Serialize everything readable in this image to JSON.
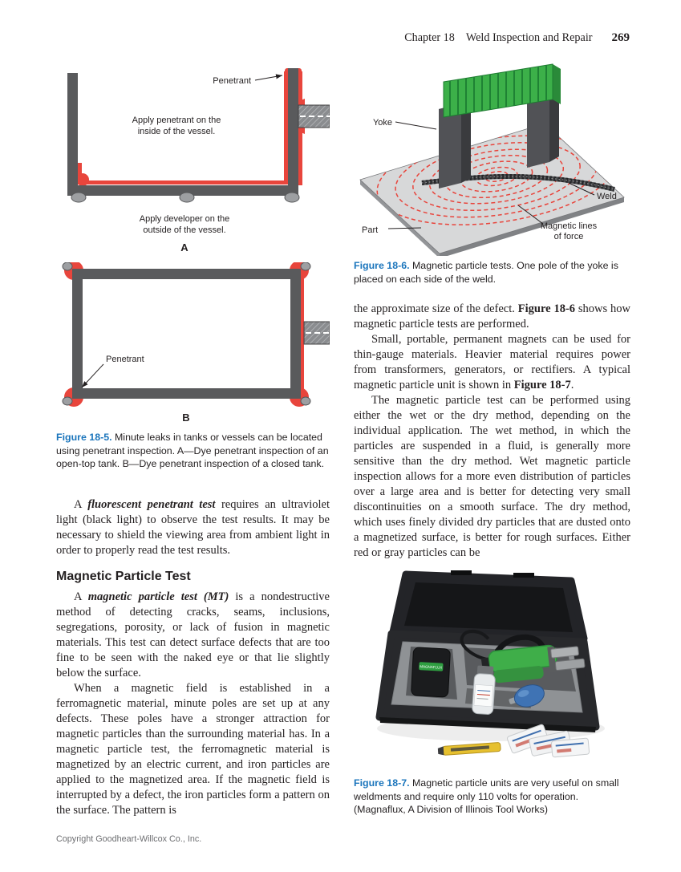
{
  "header": {
    "chapter": "Chapter 18",
    "title": "Weld Inspection and Repair",
    "page_number": "269"
  },
  "colors": {
    "caption_blue": "#1b75bc",
    "penetrant_red": "#e8453c",
    "metal_gray": "#58595b",
    "plate_gray": "#d7d8d9",
    "coil_green": "#3cb049",
    "magnetic_lines_red": "#ed1c24"
  },
  "figure5": {
    "label_penetrant_a": "Penetrant",
    "label_apply_penetrant_1": "Apply penetrant on the",
    "label_apply_penetrant_2": "inside of the vessel.",
    "label_apply_developer_1": "Apply developer on the",
    "label_apply_developer_2": "outside of the vessel.",
    "label_a": "A",
    "label_penetrant_b": "Penetrant",
    "label_b": "B",
    "caption_lead": "Figure 18-5.",
    "caption_rest": " Minute leaks in tanks or vessels can be located using penetrant inspection. A—Dye penetrant inspection of an open-top tank. B—Dye penetrant inspection of a closed tank."
  },
  "figure6": {
    "label_yoke": "Yoke",
    "label_weld": "Weld",
    "label_part": "Part",
    "label_mlof_1": "Magnetic lines",
    "label_mlof_2": "of force",
    "caption_lead": "Figure 18-6.",
    "caption_rest": " Magnetic particle tests. One pole of the yoke is placed on each side of the weld."
  },
  "figure7": {
    "device_label": "MAGNAFLUX",
    "caption_lead": "Figure 18-7.",
    "caption_rest": " Magnetic particle units are very useful on small weldments and require only 110 volts for operation. (Magnaflux, A Division of Illinois Tool Works)"
  },
  "left_text": {
    "para_fluorescent": [
      {
        "t": "A ",
        "s": ""
      },
      {
        "t": "fluorescent penetrant test",
        "s": "bi"
      },
      {
        "t": " requires an ultraviolet light (black light) to observe the test results. It may be necessary to shield the viewing area from ambient light in order to properly read the test results.",
        "s": ""
      }
    ],
    "heading": "Magnetic Particle Test",
    "para_mt_1": [
      {
        "t": "A ",
        "s": ""
      },
      {
        "t": "magnetic particle test (MT)",
        "s": "bi"
      },
      {
        "t": " is a nondestructive method of detecting cracks, seams, inclusions, segregations, porosity, or lack of fusion in magnetic materials. This test can detect surface defects that are too fine to be seen with the naked eye or that lie slightly below the surface.",
        "s": ""
      }
    ],
    "para_mt_2": [
      {
        "t": "When a magnetic field is established in a ferromagnetic material, minute poles are set up at any defects. These poles have a stronger attraction for magnetic particles than the surrounding material has. In a magnetic particle test, the ferromagnetic material is magnetized by an electric current, and iron particles are applied to the magnetized area. If the magnetic field is interrupted by a defect, the iron particles form a pattern on the surface. The pattern is",
        "s": ""
      }
    ]
  },
  "right_text": {
    "para_1": [
      {
        "t": "the approximate size of the defect. ",
        "s": ""
      },
      {
        "t": "Figure 18-6",
        "s": "b"
      },
      {
        "t": " shows how magnetic particle tests are performed.",
        "s": ""
      }
    ],
    "para_2": [
      {
        "t": "Small, portable, permanent magnets can be used for thin-gauge materials. Heavier material requires power from transformers, generators, or rectifiers. A typical magnetic particle unit is shown in ",
        "s": ""
      },
      {
        "t": "Figure 18-7",
        "s": "b"
      },
      {
        "t": ".",
        "s": ""
      }
    ],
    "para_3": [
      {
        "t": "The magnetic particle test can be performed using either the wet or the dry method, depending on the individual application. The wet method, in which the particles are suspended in a fluid, is generally more sensitive than the dry method. Wet magnetic particle inspection allows for a more even distribution of particles over a large area and is better for detecting very small discontinuities on a smooth surface. The dry method, which uses finely divided dry particles that are dusted onto a magnetized surface, is better for rough surfaces. Either red or gray particles can be",
        "s": ""
      }
    ]
  },
  "footer": "Copyright Goodheart-Willcox Co., Inc."
}
